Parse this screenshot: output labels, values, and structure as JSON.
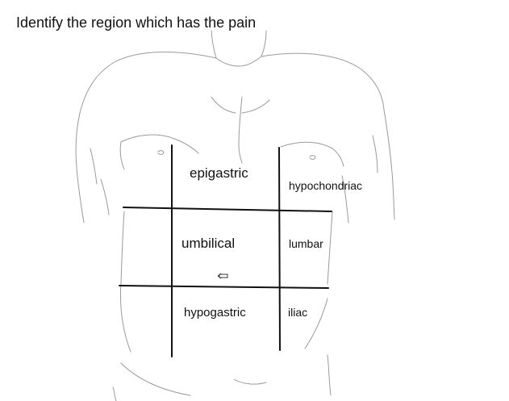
{
  "prompt": "Identify the region which has the pain",
  "regions": {
    "epigastric": "epigastric",
    "hypochondriac": "hypochondriac",
    "umbilical": "umbilical",
    "lumbar": "lumbar",
    "hypogastric": "hypogastric",
    "iliac": "iliac"
  },
  "colors": {
    "outline": "#9a9a9a",
    "grid": "#111111",
    "text": "#111111"
  }
}
